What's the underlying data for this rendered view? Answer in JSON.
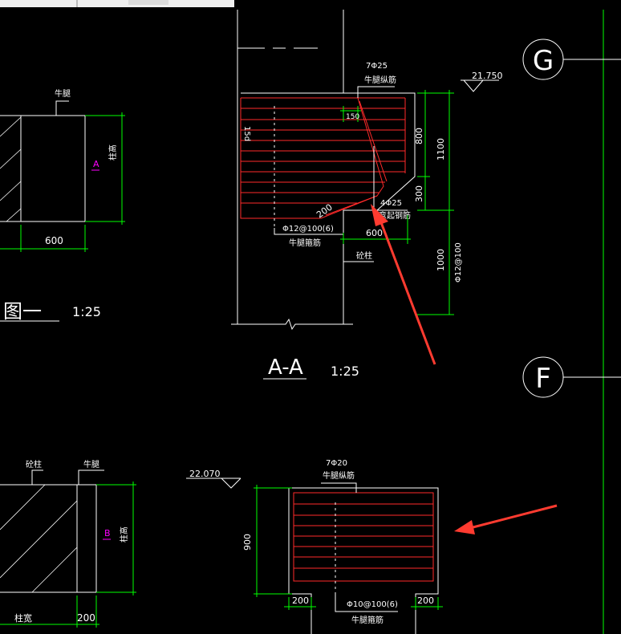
{
  "colors": {
    "background": "#000000",
    "outline": "#ffffff",
    "dimension": "#00ff00",
    "rebar": "#ff2a2a",
    "arrow": "#ff3b30",
    "section_mark": "#ff00ff"
  },
  "axes": {
    "g": "G",
    "f": "F"
  },
  "section_aa": {
    "title": "A-A",
    "scale": "1:25",
    "elevation": "21.750",
    "top_bar_spec": "7Φ25",
    "top_bar_name": "牛腿纵筋",
    "bent_bar_spec": "4Φ25",
    "bent_bar_name": "弯起钢筋",
    "stirrup_spec": "Φ12@100(6)",
    "stirrup_name": "牛腿箍筋",
    "column_spec": "Φ12@100",
    "label_15d": "15d",
    "dim_150": "150",
    "dim_200": "200",
    "dim_600": "600",
    "dim_800": "800",
    "dim_1100": "1100",
    "dim_300": "300",
    "dim_1000": "1000",
    "column_label": "砼柱"
  },
  "detail_top_left": {
    "label_corbel": "牛腿",
    "dim_600": "600",
    "section_mark": "A",
    "col_label": "柱高",
    "title": "图一",
    "scale": "1:25"
  },
  "section_b": {
    "elevation": "22.070",
    "top_bar_spec": "7Φ20",
    "top_bar_name": "牛腿纵筋",
    "dim_900": "900",
    "dim_200_left": "200",
    "dim_200_right": "200",
    "stirrup_spec": "Φ10@100(6)",
    "stirrup_name": "牛腿箍筋"
  },
  "detail_bottom_left": {
    "label_column": "砼柱",
    "label_corbel": "牛腿",
    "section_mark": "B",
    "col_label": "柱高",
    "label_width": "柱宽",
    "dim_200": "200"
  }
}
